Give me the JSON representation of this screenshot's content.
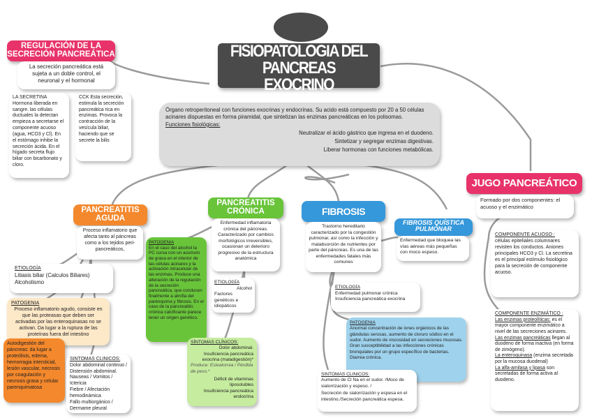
{
  "title": {
    "line1": "FISIOPATOLOGIA DEL PANCREAS",
    "line2": "EXOCRINO"
  },
  "intro": {
    "text": "Órgano retroperitoneal con funciones exocrinas y endocrinas. Su acido está compuesto por 20 a 50 células acinares dispuestas en forma piramidal, que sintetizan las enzimas pancreáticas en los polisomas.",
    "functions_heading": "Funciones fisiológicas:",
    "functions": [
      "Neutralizar el ácido gástrico que ingresa en el duodeno.",
      "Sintetizar y segregar enzimas digestivas.",
      "Liberar hormonas con funciones metabólicas."
    ]
  },
  "regulation": {
    "title_line1": "REGULACIÓN DE LA",
    "title_line2": "SECRECIÓN PANCREÁTICA",
    "text": "La secreción pancreática está sujeta a un doble control, el neuronal y el hormonal",
    "secretina": "LA SECRETINA Hormona liberada en sangre. las células ductuales la detectan empieza a secretarse el componente acuoso (agua, HCO3 y Cl). En el estómago inhibe la secreción ácida. En el hígado secreta flujo biliar con bicarbonato y cloro.",
    "cck": "CCK Esta secreción, estimula la secreción pancreática rica en enzimas. Provoca la contracción de la vesícula biliar, haciendo que se secrete la bilis"
  },
  "aguda": {
    "title_line1": "PANCREATITIS",
    "title_line2": "AGUDA",
    "text": "Proceso inflamatorio que afecta tanto al páncreas como a los tejidos peri- pancreáticos,",
    "etiologia_heading": "ETIOLOGÍA",
    "etiologia": [
      "Litiasis biliar (Calculos Biliares)",
      "Alcoholismo"
    ],
    "patogenia_heading": "PATOGENIA",
    "patogenia": "Proceso inflamatorio agudo, consiste en que las proteasas que deben ser activadas por las enteroquinasas no se activan. Da lugar a la ruptura de las proteínas fuera del intestino",
    "autodigestion": "Autodigestión del páncreas: da lugar a proteólisis, edema, hemorragia intersticial, lesión vascular, necrosis por coagulación y necrosis grasa y celular parenquimatosa",
    "sintomas_heading": "SINTOMAS CLINICOS:",
    "sintomas": [
      "Dolor abdominal continuo /",
      "Distensión abdominal.",
      "Nauseas / Vomitos / Ictericia",
      "Fiebre / Afectación hemodinámica",
      "Fallo multiorgánico /",
      "Dermame pleural"
    ]
  },
  "cronica": {
    "title_line1": "PANCREATITIS",
    "title_line2": "CRÓNICA",
    "text": "Enfermedad inflamatoria crónica del páncreas. Caracterizado por cambios morfológicos irreversibles, ocasionan un deterioro progresivo de la estructura anatómica",
    "patogenia_heading": "PATOGENIA",
    "patogenia": "En el caso del alcohol la PC cursa con un acumulo de grasa en el interior de las células acinares y la activación intracelular de las enzimas. Produce una alteración de la regulación de la secreción pancreática, que conducen finalmente a atrofia del parénquima y fibrosis. En el caso de la pancreatitis crónica calcificante parece tener un origen genético.",
    "etiologia_heading": "ETIOLOGÍA",
    "etiologia": [
      "Alcohol",
      "Factores genéticos e idiopáticos"
    ],
    "sintomas_heading": "SÍNTOMAS CLÍNICOS:",
    "sintomas_lines": [
      "Dolor abdominal.",
      "Insuficiencia pancreática",
      "exocrina (maladigestión)*",
      "Produce: Esteatorrea / Pérdida de peso.*",
      "Déficit de vitaminas liposolubles",
      "Insuficiencia pancreática endocrina"
    ]
  },
  "fibrosis": {
    "title": "FIBROSIS QUÍSTICA",
    "text": "Trastorno hereditario caracterizado por la congestión pulmonar, así como la infección y malabsorción de nutrientes por parte del páncreas. Es una de las enfermedades fatales más comunes",
    "pulmonar_title_line1": "FIBROSIS QUÍSTICA",
    "pulmonar_title_line2": "PULMONAR",
    "pulmonar_text": "Enfermedad que bloquea las vías aéreas más pequeñas con moco espeso.",
    "etiologia_heading": "ETIOLOGÍA",
    "etiologia": [
      "Enfermedad pulmonar crónica",
      "Insuficiencia pancreática exocrina"
    ],
    "patogenia_heading": "PATOGENIA",
    "patogenia": "Anormal concentración de iones orgánicos de las glándulas serosas, aumento de cloruro sódico en el sudor. Aumento de viscosidad en secreciones mucosas. Gran susceptibilidad a las infecciones crónicas bronquiales por un grupo específico de bacterias. Diarrea crónica.",
    "sintomas_heading": "SINTOMAS CLINICOS:",
    "sintomas": [
      "Aumento de Cl Na en el sudor. /Moco de sialorrización y espeso. /",
      "Secreción de sialorrización y espesa en el intestino./Secreción pancreática espesa."
    ]
  },
  "jugo": {
    "title": "JUGO PANCREÁTICO",
    "text": "Formado por dos componentes: el acuoso y el enzimático",
    "acuoso_heading": "COMPONENTE ACUOSO :",
    "acuoso": "células epiteliales columnares revisten los conductos. Aniones principales HCO3 y Cl. La secretina es el principal estímulo fisiológico para la secreción de componente acuoso.",
    "enzimatico_heading": "COMPONENTE ENZIMÁTICO :",
    "enz_1_label": "Las enzimas proteolíticas:",
    "enz_1_text": " es el mayor componente enzimático a nivel de las secreciones acinares.",
    "enz_2_label": "Las enzimas pancreáticas",
    "enz_2_text": " llegan al duodeno de forma inactiva (en forma de zimógeno).",
    "enz_3_label": "La enteroquinasa",
    "enz_3_text": " (enzima secretada por la mucosa duodenal)",
    "enz_4_label": "La alfa-amilasa y lipasa",
    "enz_4_text": " son secretadas de forma activa al duodeno."
  },
  "colors": {
    "pink": "#e8336a",
    "orange": "#f4882c",
    "green": "#69c43a",
    "blue": "#3598db",
    "gray": "#dcdcdc",
    "dark": "#4a4a4a"
  }
}
